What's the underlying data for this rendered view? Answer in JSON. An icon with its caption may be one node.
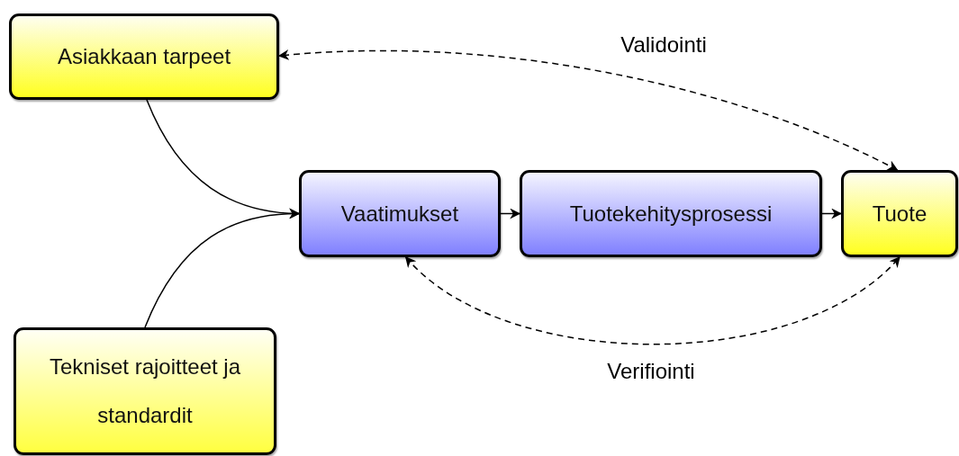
{
  "diagram": {
    "nodes": [
      {
        "text": [
          "Asiakkaan tarpeet"
        ]
      },
      {
        "text": [
          "Tekniset rajoitteet ja standardit"
        ]
      },
      {
        "text": [
          "Vaatimukset"
        ]
      },
      {
        "text": [
          "Tuotekehitysprosessi"
        ]
      },
      {
        "text": [
          "Tuote"
        ]
      }
    ],
    "edges": [
      {
        "from": 0,
        "to": 2,
        "arrow": "to"
      },
      {
        "from": 1,
        "to": 2,
        "arrow": "to"
      },
      {
        "from": 2,
        "to": 3,
        "arrow": "to"
      },
      {
        "from": 3,
        "to": 4,
        "arrow": "to"
      },
      {
        "from": 4,
        "to": 0,
        "arrow": "both",
        "style": "dashed",
        "label": "Validointi"
      },
      {
        "from": 2,
        "to": 4,
        "arrow": "both",
        "style": "dashed",
        "label": "Verifiointi"
      }
    ]
  }
}
